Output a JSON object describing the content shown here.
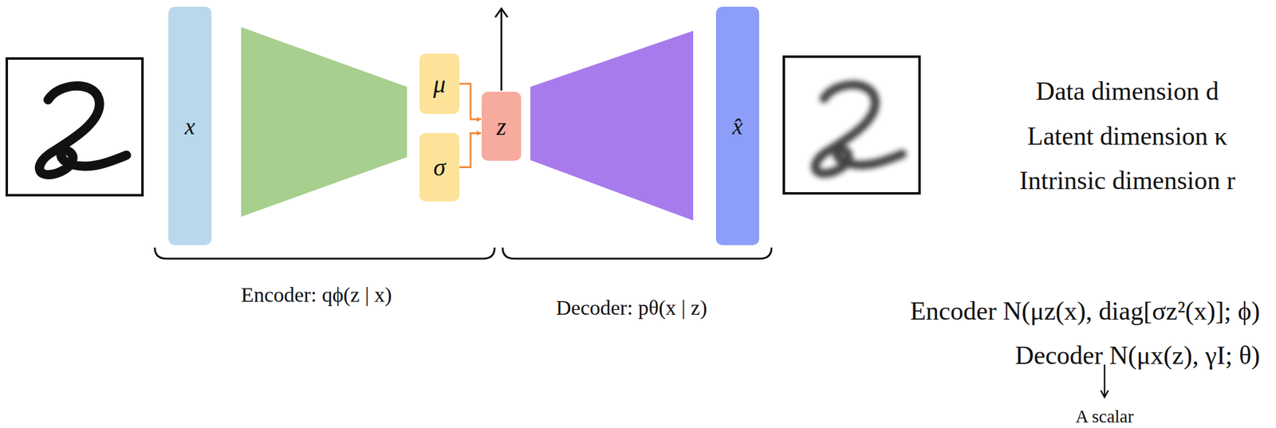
{
  "diagram": {
    "nodes": [
      {
        "text": [
          "x"
        ]
      },
      {
        "text": [
          "μ"
        ]
      },
      {
        "text": [
          "σ"
        ]
      },
      {
        "text": [
          "z"
        ]
      },
      {
        "text": [
          "x̂"
        ]
      }
    ],
    "edges": [
      {
        "from": 1,
        "to": 3,
        "arrow": "to"
      },
      {
        "from": 2,
        "to": 3,
        "arrow": "to"
      }
    ],
    "labels": [
      "Encoder: qϕ(z | x)",
      "Decoder: pθ(x | z)",
      "Data dimension d",
      "Latent dimension κ",
      "Intrinsic dimension r",
      "Encoder N(μz(x), diag[σz²(x)]; ϕ)",
      "Decoder N(μx(z), γI; θ)",
      "A scalar"
    ]
  }
}
